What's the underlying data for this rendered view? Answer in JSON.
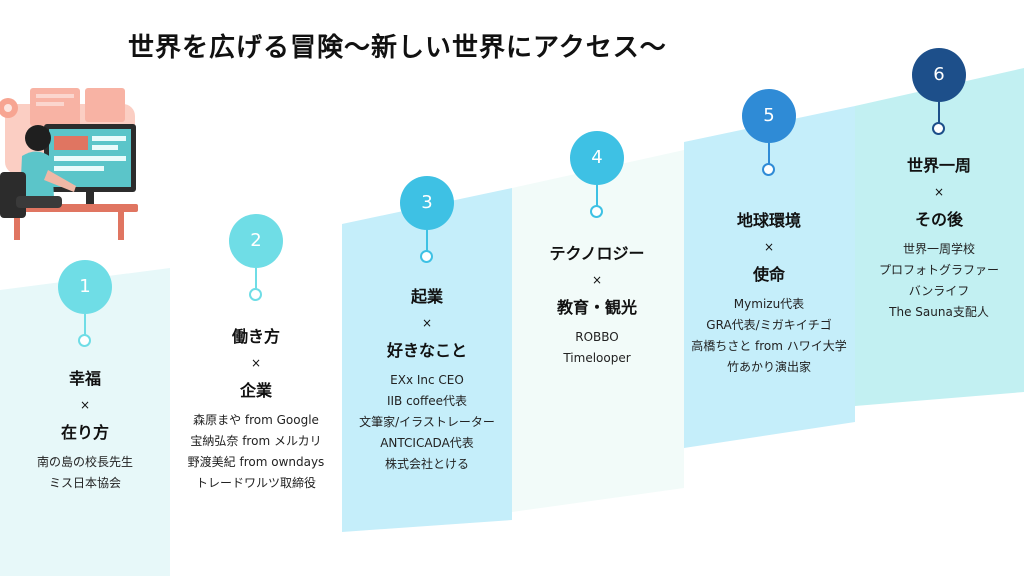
{
  "title": "世界を広げる冒険〜新しい世界にアクセス〜",
  "colors": {
    "accent_light": "#6fdde6",
    "accent_mid": "#3ec1e4",
    "accent_blue": "#2f8bd6",
    "accent_navy": "#1d4f8a"
  },
  "steps": [
    {
      "number": "1",
      "head1": "幸福",
      "cross": "×",
      "head2": "在り方",
      "items": [
        "南の島の校長先生",
        "ミス日本協会"
      ]
    },
    {
      "number": "2",
      "head1": "働き方",
      "cross": "×",
      "head2": "企業",
      "items": [
        "森原まや from Google",
        "宝納弘奈 from メルカリ",
        "野渡美紀 from owndays",
        "トレードワルツ取締役"
      ]
    },
    {
      "number": "3",
      "head1": "起業",
      "cross": "×",
      "head2": "好きなこと",
      "items": [
        "EXx Inc CEO",
        "IIB coffee代表",
        "文筆家/イラストレーター",
        "ANTCICADA代表",
        "株式会社とける"
      ]
    },
    {
      "number": "4",
      "head1": "テクノロジー",
      "cross": "×",
      "head2": "教育・観光",
      "items": [
        "ROBBO",
        "Timelooper"
      ]
    },
    {
      "number": "5",
      "head1": "地球環境",
      "cross": "×",
      "head2": "使命",
      "items": [
        "Mymizu代表",
        "GRA代表/ミガキイチゴ",
        "高橋ちさと from ハワイ大学",
        "竹あかり演出家"
      ]
    },
    {
      "number": "6",
      "head1": "世界一周",
      "cross": "×",
      "head2": "その後",
      "items": [
        "世界一周学校",
        "プロフォトグラファー",
        "バンライフ",
        "The Sauna支配人"
      ]
    }
  ]
}
